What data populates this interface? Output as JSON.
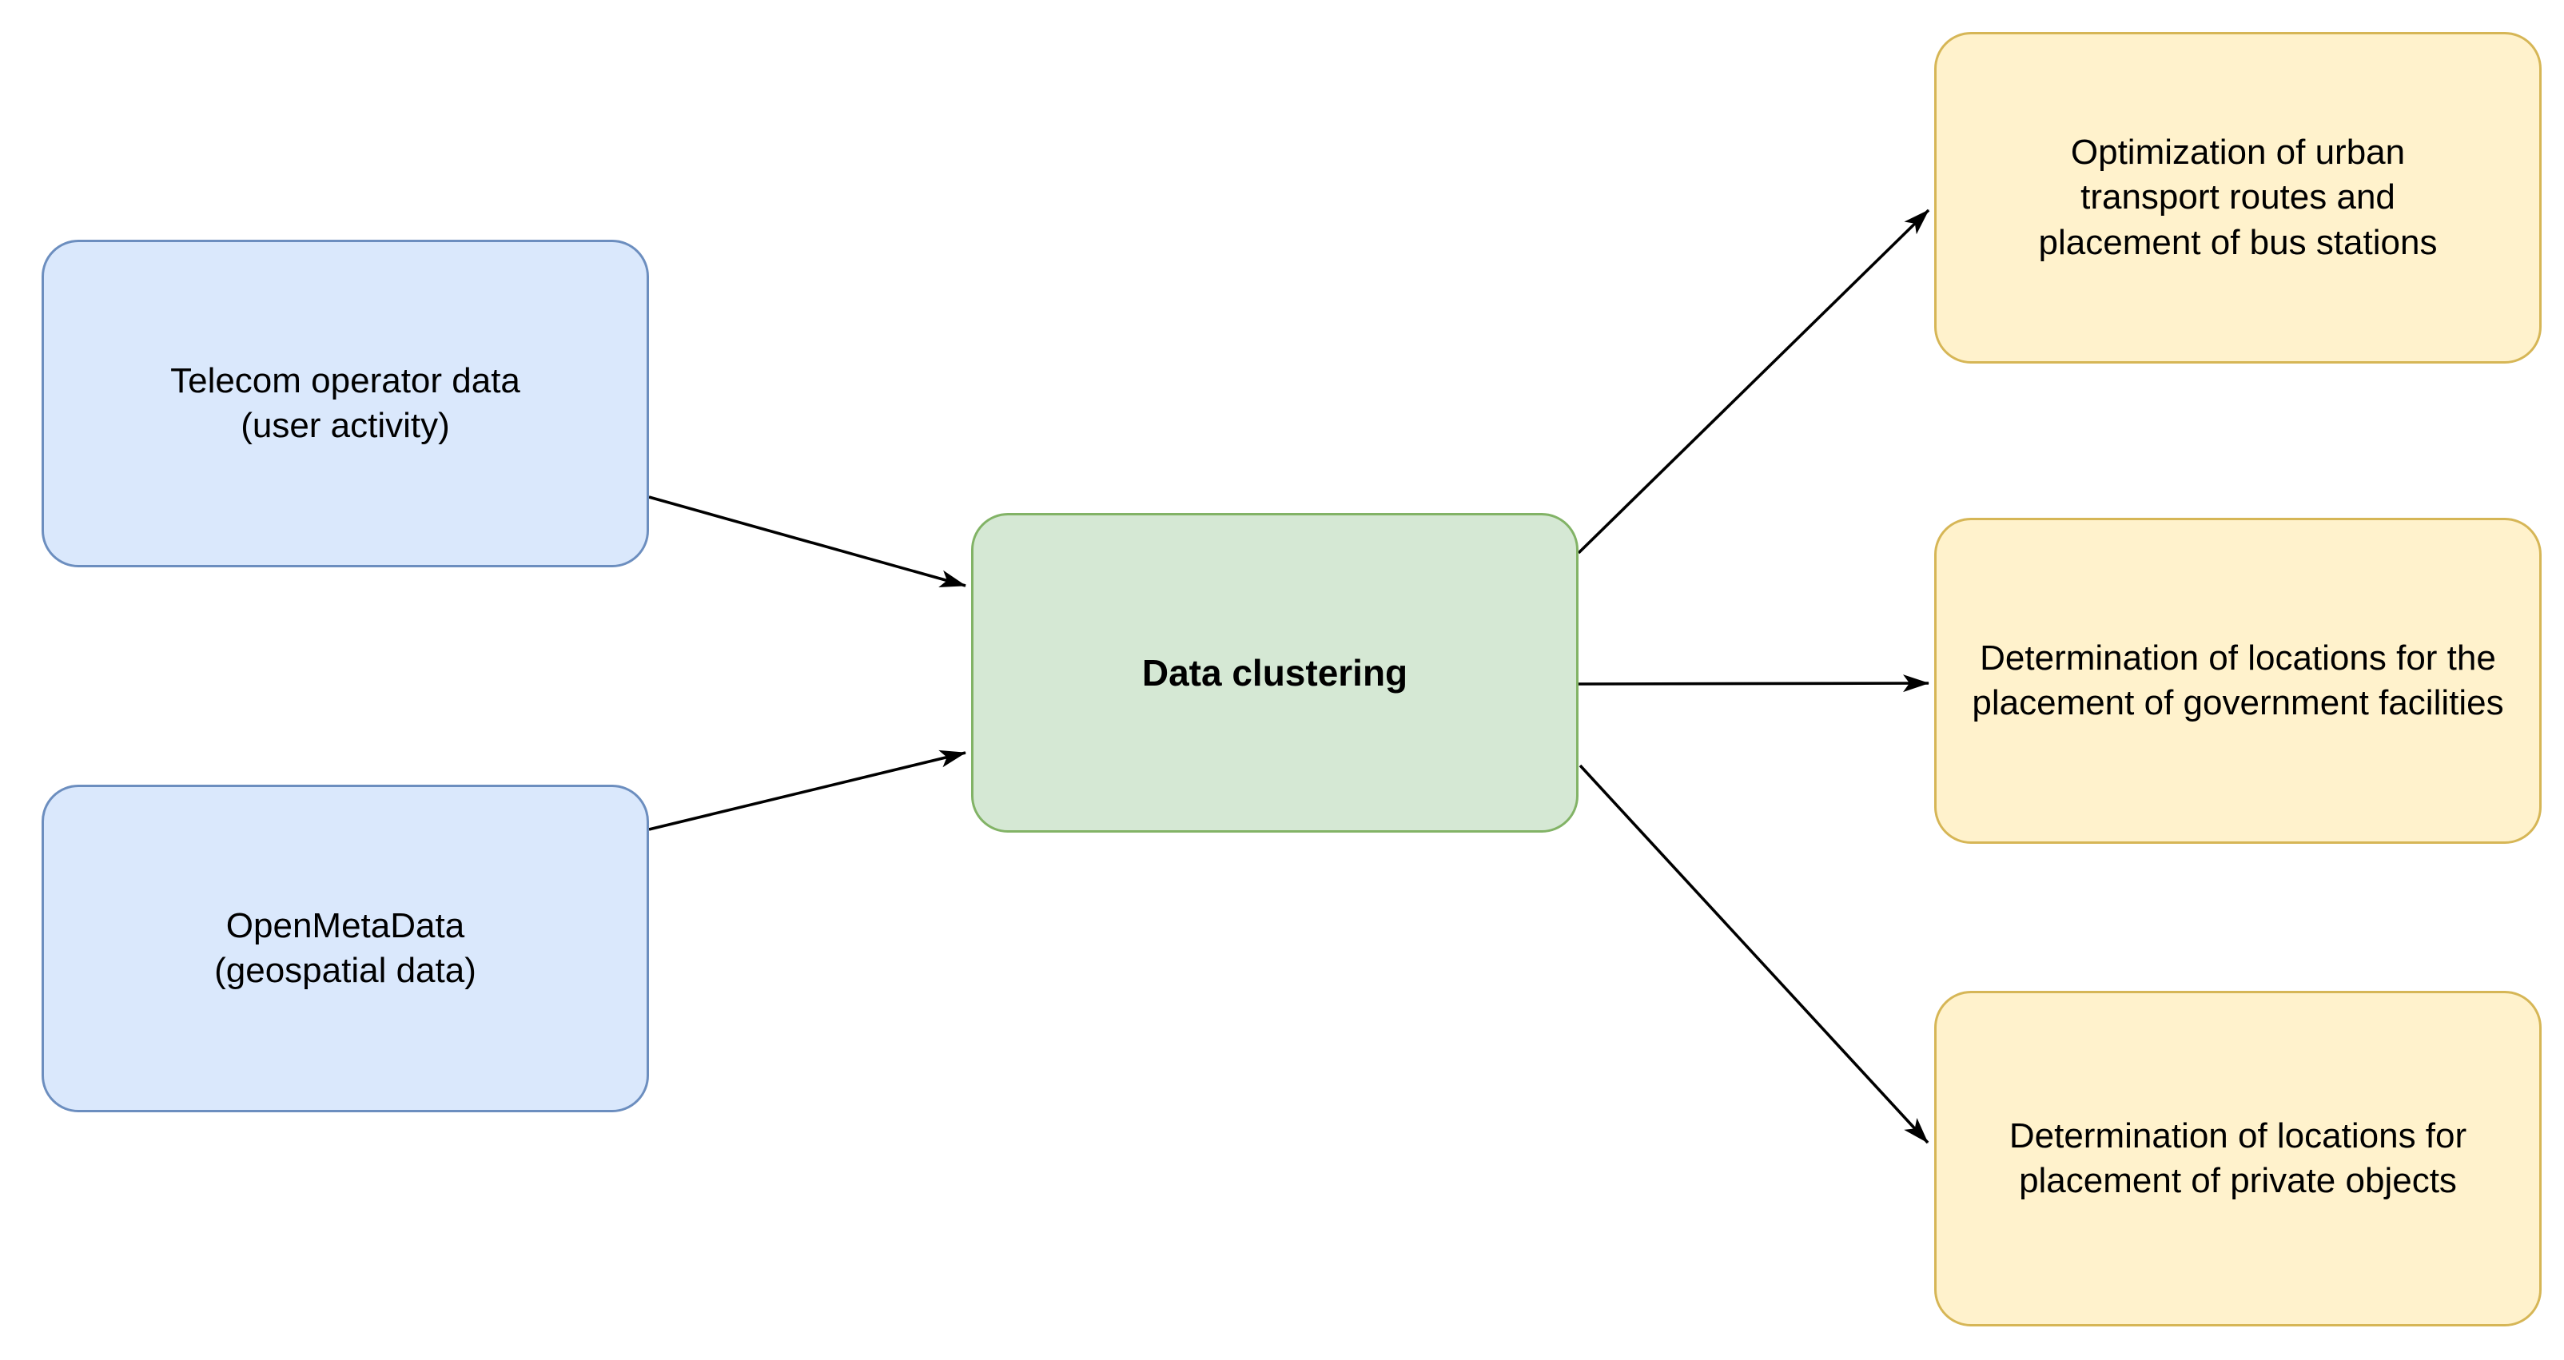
{
  "diagram": {
    "background_color": "#ffffff",
    "text_color": "#000000",
    "edge_color": "#000000",
    "nodes": {
      "telecom": {
        "label": "Telecom operator data (user activity)",
        "fill": "#dae8fc",
        "stroke": "#6c8ebf",
        "role": "input"
      },
      "openmetadata": {
        "label": "OpenMetaData (geospatial data)",
        "fill": "#dae8fc",
        "stroke": "#6c8ebf",
        "role": "input"
      },
      "clustering": {
        "label": "Data clustering",
        "fill": "#d5e8d4",
        "stroke": "#82b366",
        "role": "process",
        "bold": true
      },
      "transport": {
        "label": "Optimization of urban transport routes and placement of bus stations",
        "fill": "#fff2cc",
        "stroke": "#d6b656",
        "role": "output"
      },
      "government": {
        "label": "Determination of locations for the placement of government facilities",
        "fill": "#fff2cc",
        "stroke": "#d6b656",
        "role": "output"
      },
      "private": {
        "label": "Determination of locations for placement of private objects",
        "fill": "#fff2cc",
        "stroke": "#d6b656",
        "role": "output"
      }
    },
    "edges": [
      {
        "from": "telecom",
        "to": "clustering",
        "arrow": "end"
      },
      {
        "from": "openmetadata",
        "to": "clustering",
        "arrow": "end"
      },
      {
        "from": "clustering",
        "to": "transport",
        "arrow": "end"
      },
      {
        "from": "clustering",
        "to": "government",
        "arrow": "end"
      },
      {
        "from": "clustering",
        "to": "private",
        "arrow": "end"
      }
    ]
  }
}
